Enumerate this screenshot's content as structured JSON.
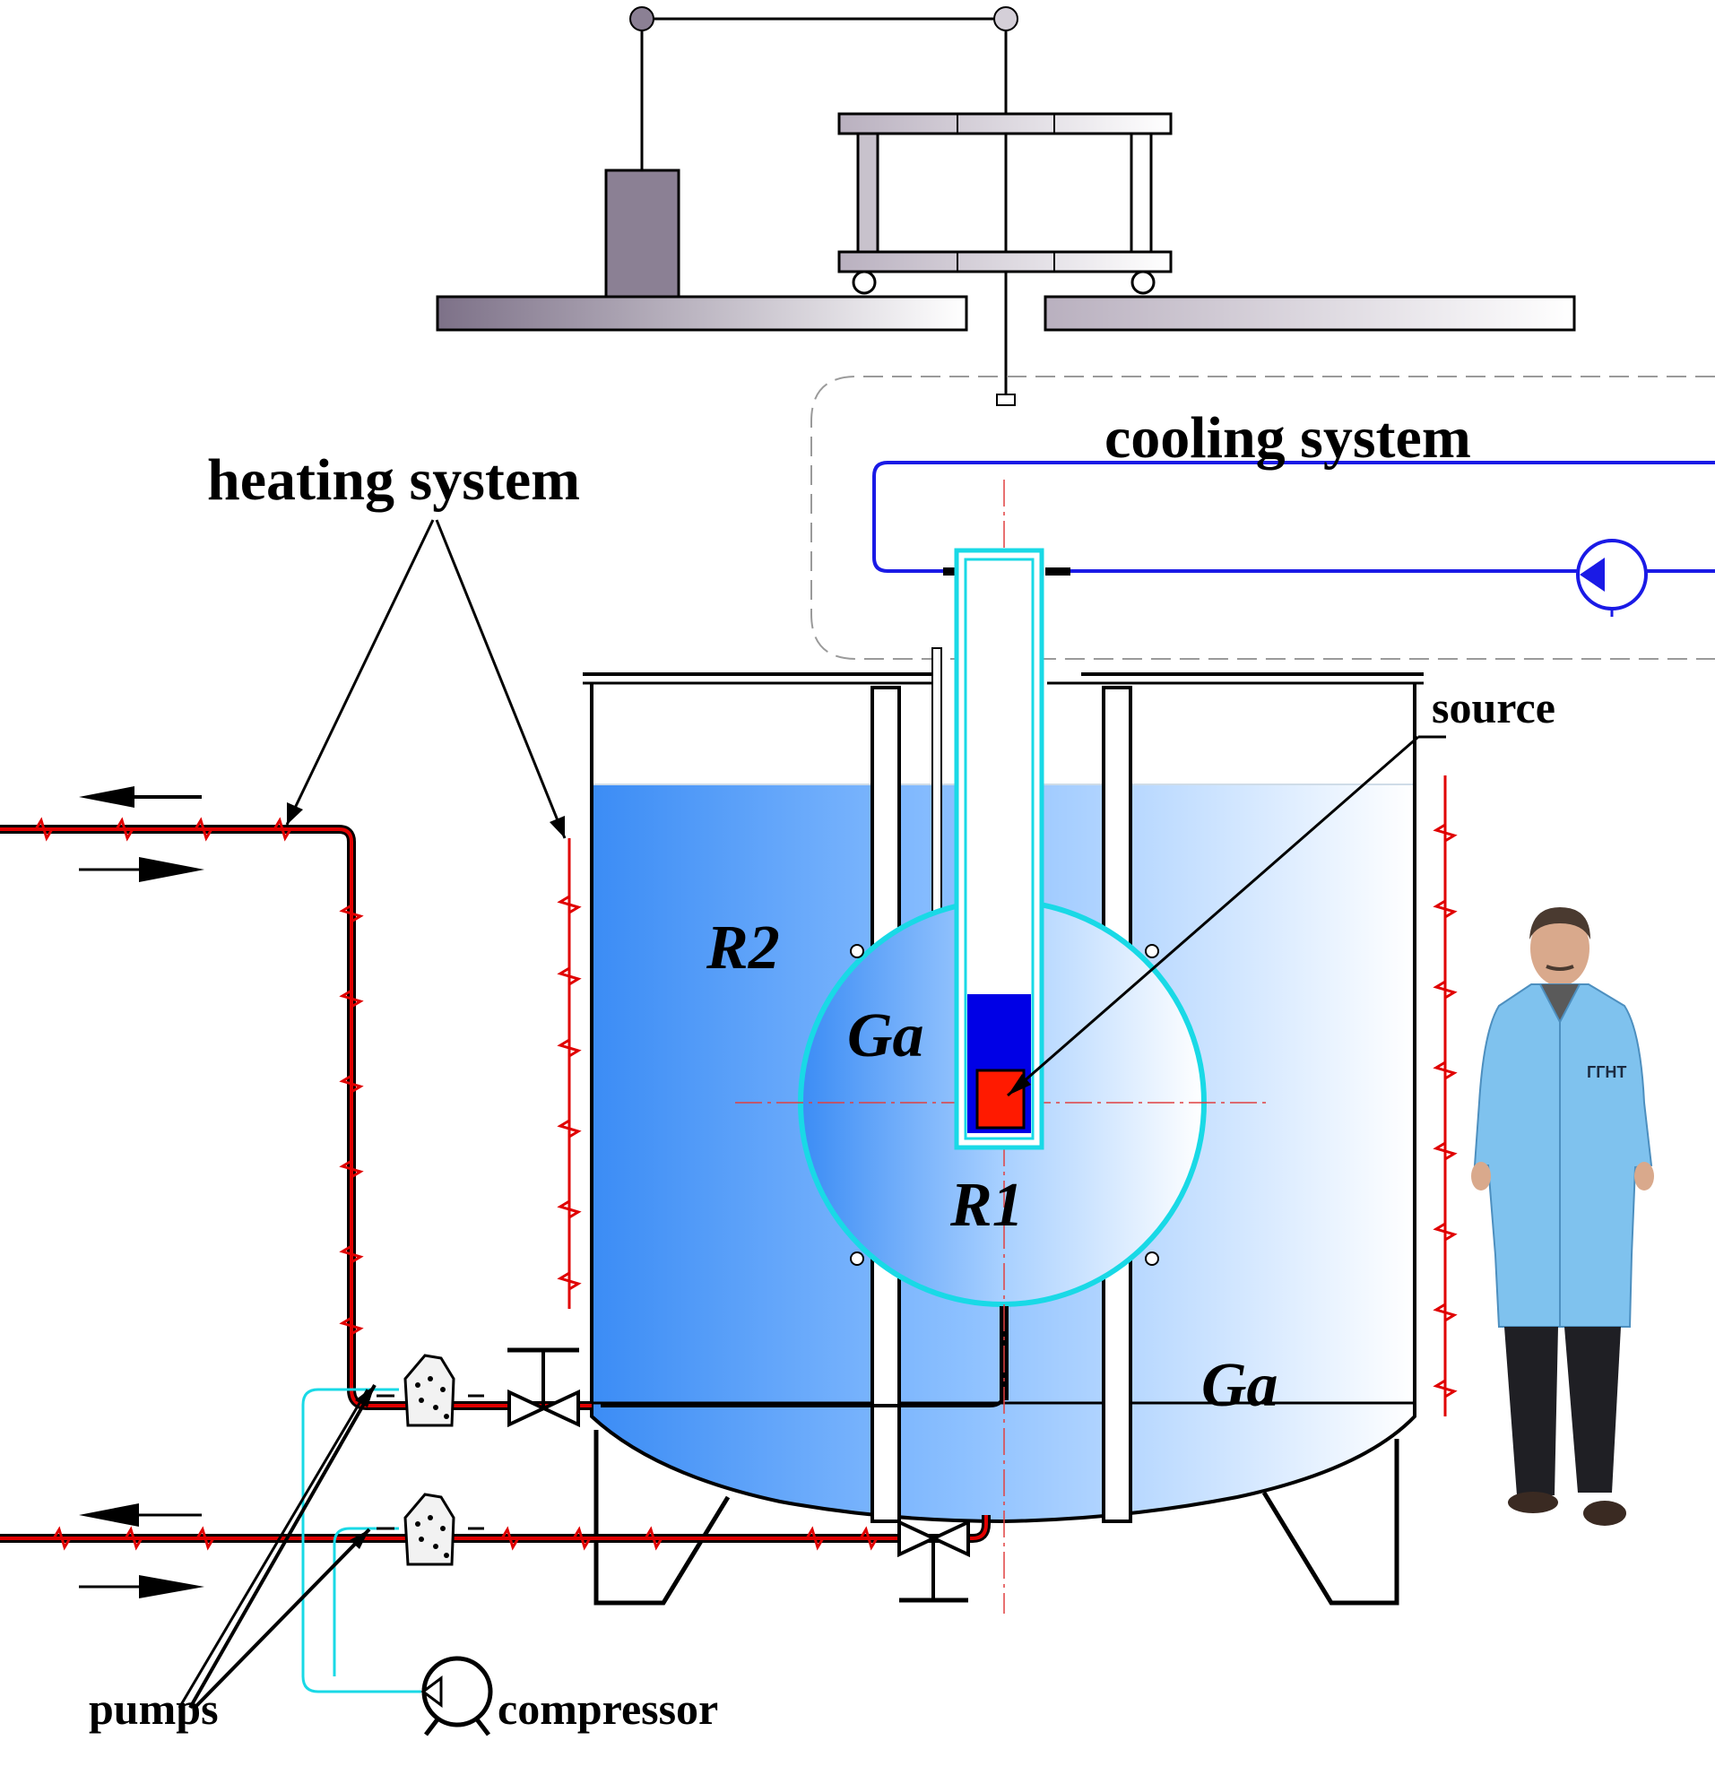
{
  "labels": {
    "heating_system": "heating system",
    "cooling_system": "cooling system",
    "source": "source",
    "pumps": "pumps",
    "compressor": "compressor",
    "r1": "R1",
    "r2": "R2",
    "ga_inner": "Ga",
    "ga_outer": "Ga",
    "coat_badge": "ГГНТ"
  },
  "colors": {
    "gallium_dark": "#3b8cf5",
    "gallium_light": "#ffffff",
    "cooling_line": "#1a1ae6",
    "heater_line": "#e00000",
    "reactor_outline": "#19d9e6",
    "source_red": "#ff1a00",
    "source_blue": "#0000e6",
    "crane_gray": "#8b8094",
    "coat_blue": "#7fc2ee"
  },
  "icons": {
    "cooling_pump": "pump-icon",
    "compressor": "compressor-icon",
    "valve": "valve-icon",
    "person": "person-photo"
  }
}
